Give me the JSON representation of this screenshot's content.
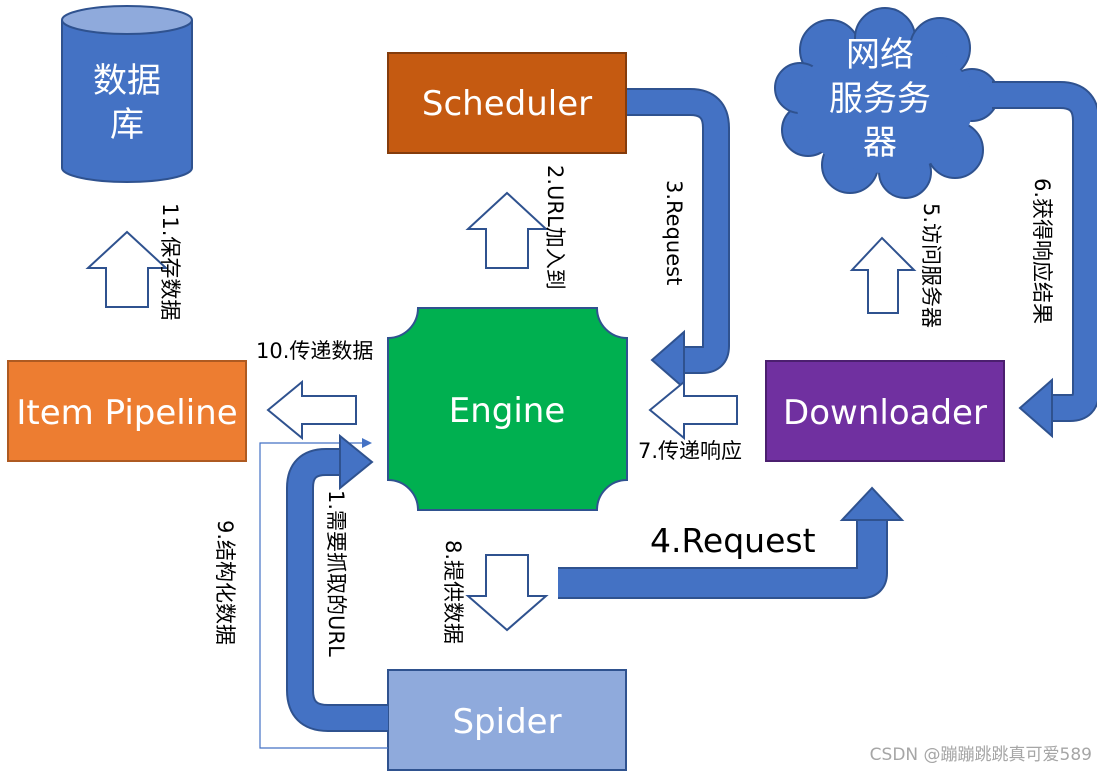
{
  "nodes": {
    "database": {
      "lines": [
        "数据",
        "库"
      ],
      "color": "#4472C4"
    },
    "scheduler": {
      "label": "Scheduler",
      "color": "#C55A11"
    },
    "internet": {
      "lines": [
        "网络",
        "服务务",
        "器"
      ],
      "color": "#4472C4"
    },
    "engine": {
      "label": "Engine",
      "color": "#00B050"
    },
    "downloader": {
      "label": "Downloader",
      "color": "#7030A0"
    },
    "item_pipeline": {
      "label": "Item Pipeline",
      "color": "#ED7D31"
    },
    "spider": {
      "label": "Spider",
      "color": "#8FAADC"
    }
  },
  "steps": {
    "s1": "1.需要抓取的URL",
    "s2": "2.URL加入到",
    "s3": "3.Request",
    "s4": "4.Request",
    "s5": "5.访问服务器",
    "s6": "6.获得响应结果",
    "s7": "7.传递响应",
    "s8": "8.提供数据",
    "s9": "9.结构化数据",
    "s10": "10.传递数据",
    "s11": "11.保存数据"
  },
  "watermark": "CSDN @蹦蹦跳跳真可爱589",
  "colors": {
    "flow_arrow": "#4472C4",
    "outline": "#2F528F",
    "hollow_arrow": "#ffffff"
  }
}
